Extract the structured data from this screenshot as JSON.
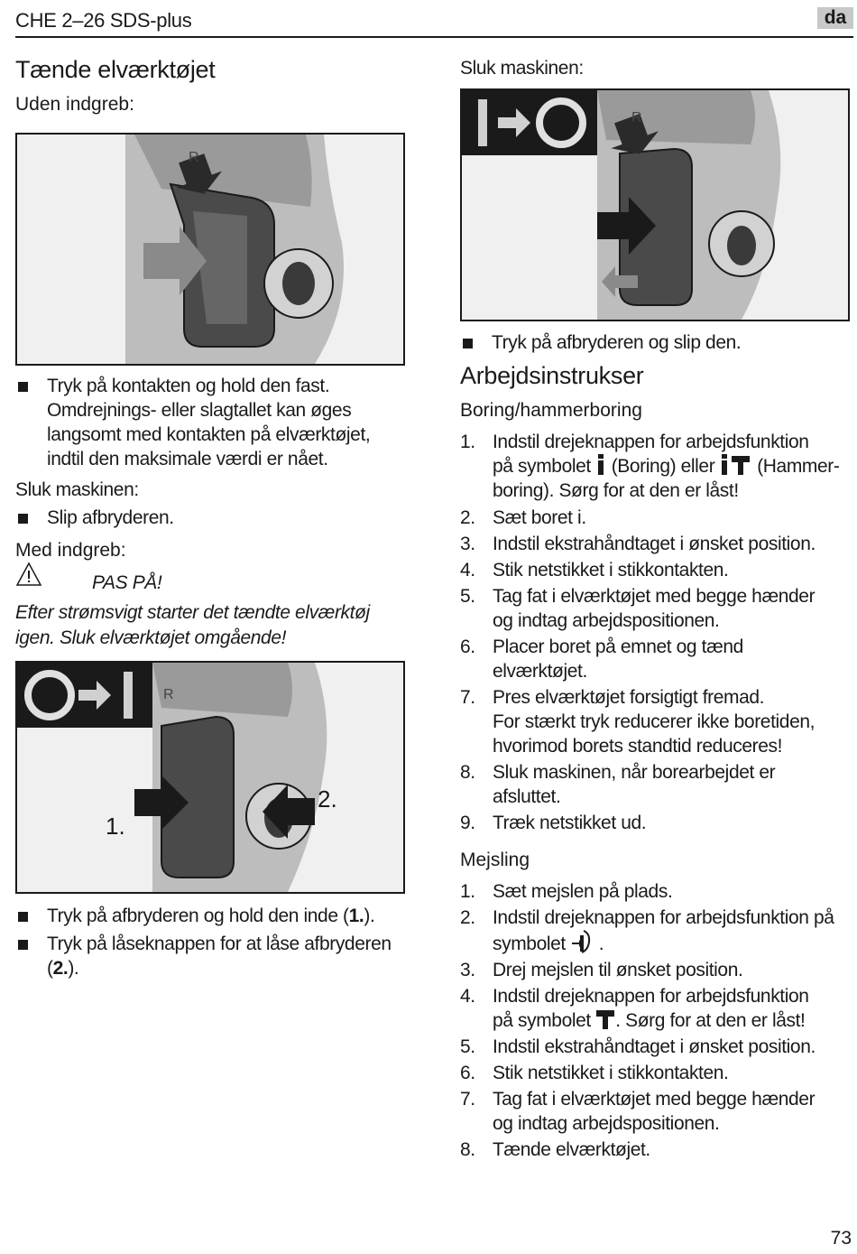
{
  "header": {
    "title": "CHE 2–26 SDS-plus",
    "lang": "da"
  },
  "left": {
    "heading": "Tænde elværktøjet",
    "without_lock": "Uden indgreb:",
    "bullet1_lines": [
      "Tryk på kontakten og hold den fast.",
      "Omdrejnings- eller slagtallet kan øges",
      "langsomt med kontakten på elværktøjet,",
      "indtil den maksimale værdi er nået."
    ],
    "switch_off": "Sluk maskinen:",
    "bullet2": "Slip afbryderen.",
    "with_lock": "Med indgreb:",
    "caution": "PAS PÅ!",
    "caution_text_lines": [
      "Efter strømsvigt starter det tændte elværktøj",
      "igen. Sluk elværktøjet omgående!"
    ],
    "fig3_label1": "1.",
    "fig3_label2": "2.",
    "fig_letter": "R",
    "bullet3_pre": "Tryk på afbryderen og hold den inde (",
    "bullet3_num": "1.",
    "bullet3_post": ").",
    "bullet4_line1": "Tryk på låseknappen for at låse afbryderen",
    "bullet4_pre": "(",
    "bullet4_num": "2.",
    "bullet4_post": ")."
  },
  "right": {
    "switch_off": "Sluk maskinen:",
    "bullet1": "Tryk på afbryderen og slip den.",
    "heading": "Arbejdsinstrukser",
    "drilling": {
      "title": "Boring/hammerboring",
      "items": [
        {
          "n": "1.",
          "lines": [
            "Indstil drejeknappen for arbejdsfunktion"
          ]
        },
        {
          "n": "",
          "rich": true
        },
        {
          "n": "",
          "lines": [
            "boring). Sørg for at den er låst!"
          ]
        },
        {
          "n": "2.",
          "lines": [
            "Sæt boret i."
          ]
        },
        {
          "n": "3.",
          "lines": [
            "Indstil ekstrahåndtaget i ønsket position."
          ]
        },
        {
          "n": "4.",
          "lines": [
            "Stik netstikket i stikkontakten."
          ]
        },
        {
          "n": "5.",
          "lines": [
            "Tag fat i elværktøjet med begge hænder",
            "og indtag arbejdspositionen."
          ]
        },
        {
          "n": "6.",
          "lines": [
            "Placer boret på emnet og tænd",
            "elværktøjet."
          ]
        },
        {
          "n": "7.",
          "lines": [
            "Pres elværktøjet forsigtigt fremad.",
            "For stærkt tryk reducerer ikke boretiden,",
            "hvorimod borets standtid reduceres!"
          ]
        },
        {
          "n": "8.",
          "lines": [
            "Sluk maskinen, når borearbejdet er",
            "afsluttet."
          ]
        },
        {
          "n": "9.",
          "lines": [
            "Træk netstikket ud."
          ]
        }
      ],
      "item1_l2_pre": "på symbolet",
      "item1_l2_mid": "(Boring) eller",
      "item1_l2_post": "(Hammer-"
    },
    "chiseling": {
      "title": "Mejsling",
      "i1": "Sæt mejslen på plads.",
      "i2_l1": "Indstil drejeknappen for arbejdsfunktion på",
      "i2_l2_pre": "symbolet",
      "i2_l2_post": ".",
      "i3": "Drej mejslen til ønsket position.",
      "i4_l1": "Indstil drejeknappen for arbejdsfunktion",
      "i4_l2_pre": "på symbolet",
      "i4_l2_post": ". Sørg for at den er låst!",
      "i5": "Indstil ekstrahåndtaget i ønsket position.",
      "i6": "Stik netstikket i stikkontakten.",
      "i7_l1": "Tag fat i elværktøjet med begge hænder",
      "i7_l2": "og indtag arbejdspositionen.",
      "i8": "Tænde elværktøjet.",
      "nums": [
        "1.",
        "2.",
        "3.",
        "4.",
        "5.",
        "6.",
        "7.",
        "8."
      ]
    }
  },
  "page_number": "73"
}
